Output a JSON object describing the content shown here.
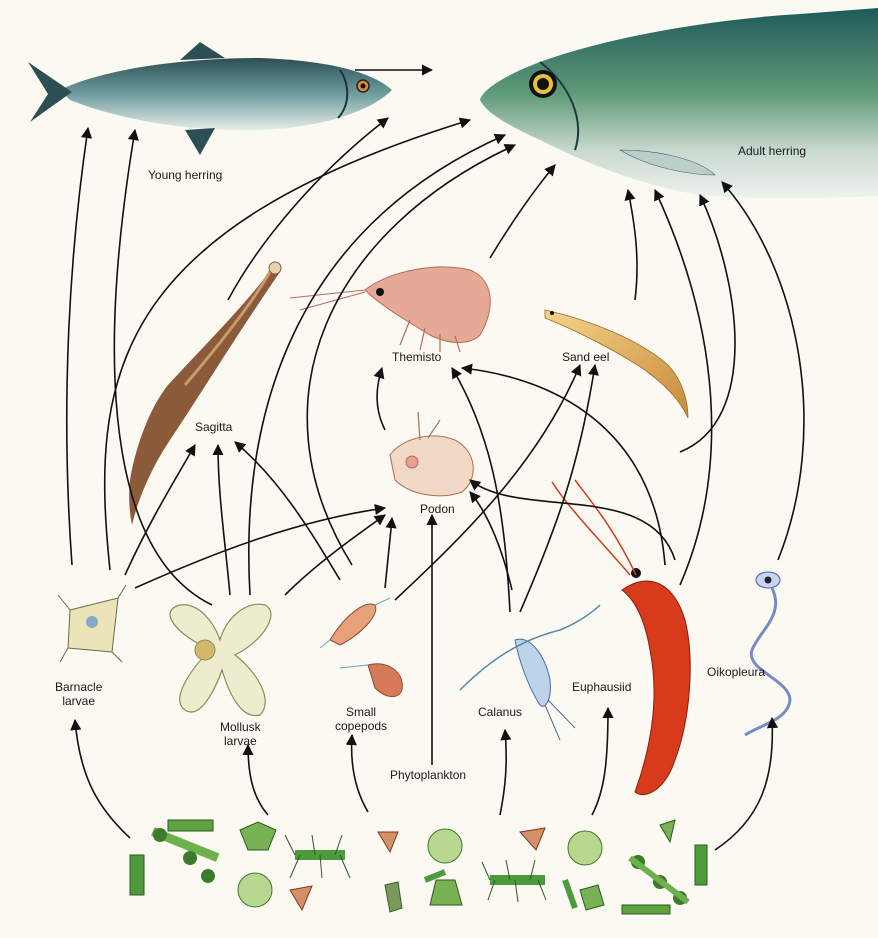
{
  "labels": {
    "young_herring": "Young herring",
    "adult_herring": "Adult herring",
    "themisto": "Themisto",
    "sand_eel": "Sand eel",
    "sagitta": "Sagitta",
    "podon": "Podon",
    "barnacle_larvae": "Barnacle\nlarvae",
    "mollusk_larvae": "Mollusk\nlarvae",
    "small_copepods": "Small\ncopepods",
    "calanus": "Calanus",
    "euphausiid": "Euphausiid",
    "oikopleura": "Oikopleura",
    "phytoplankton": "Phytoplankton"
  },
  "colors": {
    "arrow": "#111111",
    "background": "#fbf9f2",
    "herring_back": "#2f6b68",
    "herring_belly": "#dfe8df",
    "themisto": "#d98a78",
    "sand_eel": "#e0b060",
    "euphausiid": "#d83a1c",
    "diatom": "#4e9a3e"
  }
}
